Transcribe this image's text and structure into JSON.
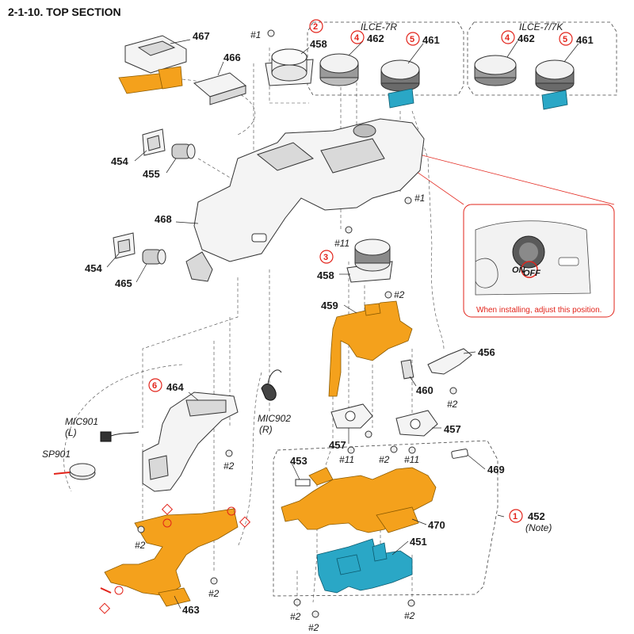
{
  "header": {
    "title": "2-1-10. TOP SECTION"
  },
  "variants": {
    "left": "ILCE-7R",
    "right": "ILCE-7/7K"
  },
  "callout": {
    "note": "When installing, adjust this position.",
    "switch_on": "ON",
    "switch_off": "OFF"
  },
  "note_label": "(Note)",
  "circled": {
    "c1": "1",
    "c2": "2",
    "c3": "3",
    "c4a": "4",
    "c5a": "5",
    "c4b": "4",
    "c5b": "5",
    "c6": "6"
  },
  "parts": {
    "p467": "467",
    "p466": "466",
    "p458a": "458",
    "p462a": "462",
    "p461a": "461",
    "p462b": "462",
    "p461b": "461",
    "p454a": "454",
    "p455": "455",
    "p468": "468",
    "p454b": "454",
    "p465": "465",
    "p458b": "458",
    "p459": "459",
    "p456": "456",
    "p460": "460",
    "p464": "464",
    "p457a": "457",
    "p457b": "457",
    "p453": "453",
    "p469": "469",
    "p452": "452",
    "p470": "470",
    "p451": "451",
    "p463": "463"
  },
  "mics": {
    "mic901": "MIC901",
    "mic901_side": "(L)",
    "mic902": "MIC902",
    "mic902_side": "(R)",
    "sp901": "SP901"
  },
  "screws": {
    "s1a": "#1",
    "s1b": "#1",
    "s11a": "#11",
    "s2a": "#2",
    "s2b": "#2",
    "s11b": "#11",
    "s2c": "#2",
    "s11c": "#11",
    "s2d": "#2",
    "s2e": "#2",
    "s2f": "#2",
    "s2g": "#2",
    "s2h": "#2",
    "s2i": "#2"
  },
  "colors": {
    "flex": "#f4a11c",
    "frame": "#2aa7c6",
    "accent": "#e2231a"
  }
}
